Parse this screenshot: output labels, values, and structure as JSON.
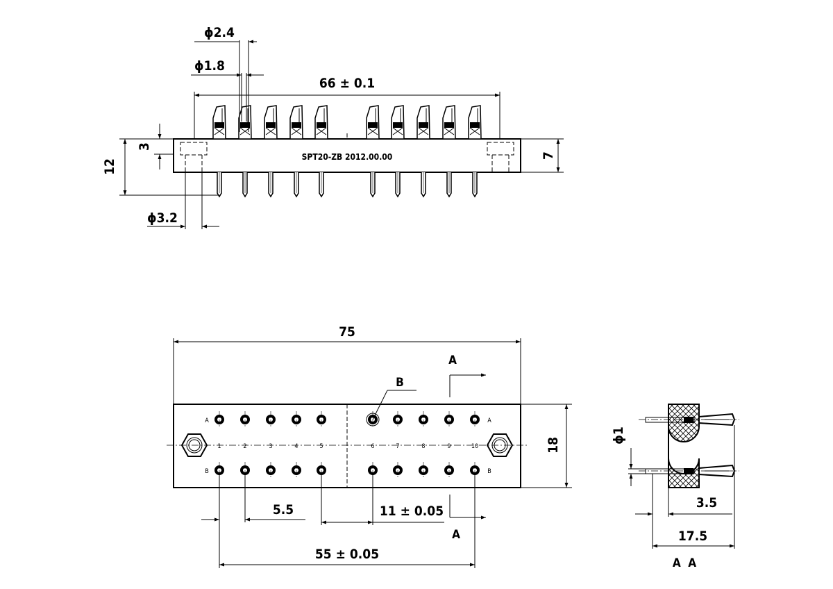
{
  "front_view": {
    "dims": {
      "d24": "ϕ2.4",
      "d18": "ϕ1.8",
      "width66": "66 ± 0.1",
      "h3": "3",
      "h12": "12",
      "h7": "7",
      "d32": "ϕ3.2"
    },
    "marking": "SPT20-ZB  2012.00.00"
  },
  "top_view": {
    "dims": {
      "w75": "75",
      "h18": "18",
      "p55": "5.5",
      "p11": "11 ± 0.05",
      "p55w": "55 ± 0.05"
    },
    "labels": {
      "section_a": "A",
      "detail_b": "B",
      "row_a": "A",
      "row_b": "B"
    },
    "pin_numbers": [
      "1",
      "2",
      "3",
      "4",
      "5",
      "6",
      "7",
      "8",
      "9",
      "10"
    ]
  },
  "side_view": {
    "dims": {
      "d1": "ϕ1",
      "d35": "3.5",
      "d175": "17.5"
    },
    "section_label": "A  A"
  }
}
